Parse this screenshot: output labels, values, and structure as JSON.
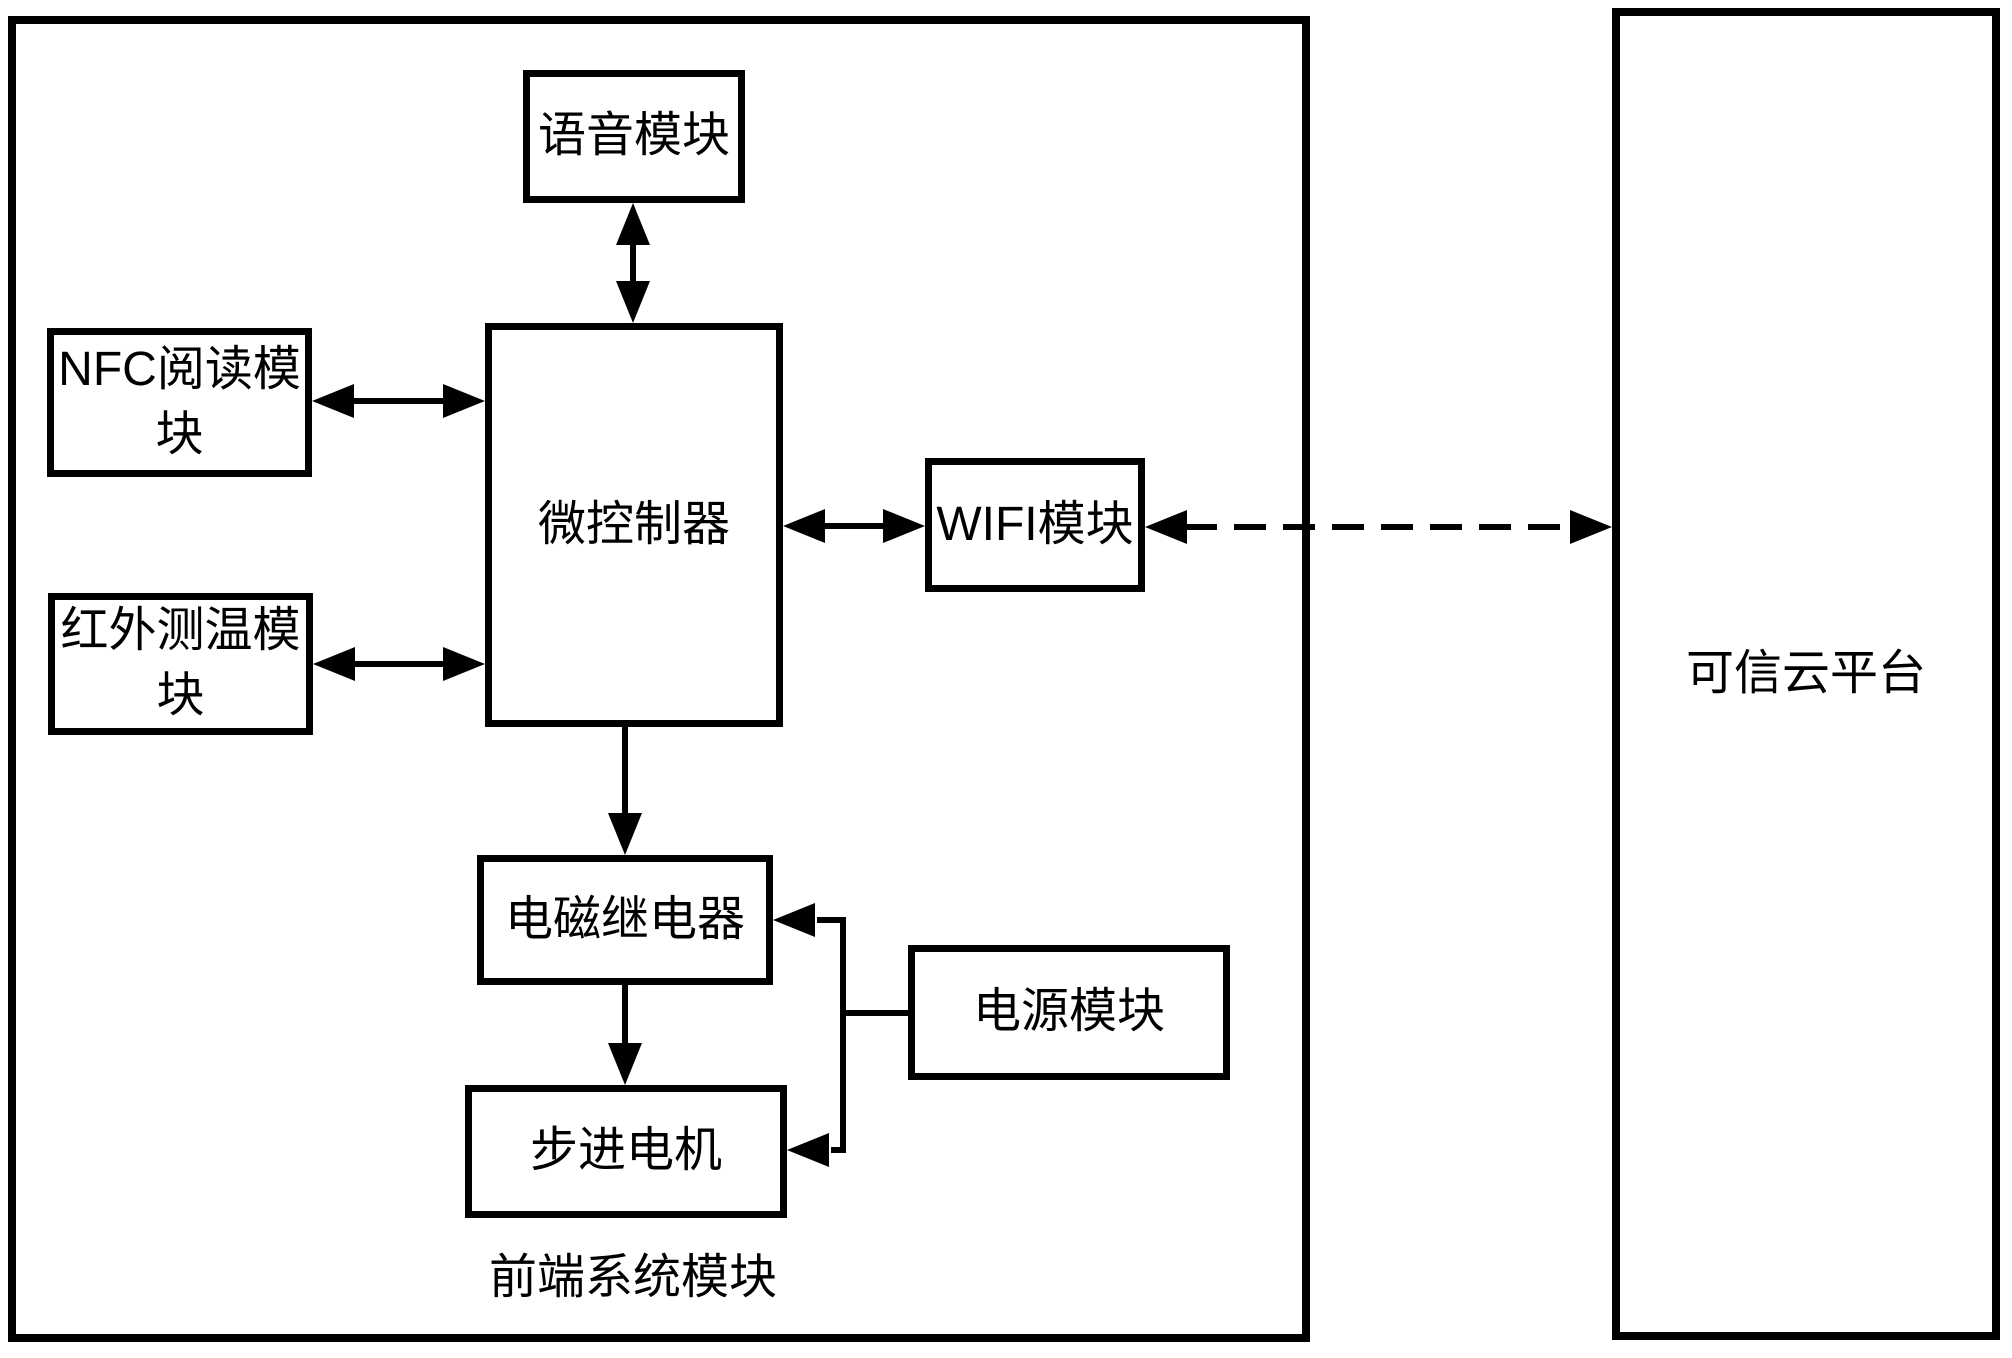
{
  "diagram": {
    "frontend_system_label": "前端系统模块",
    "cloud_platform_label": "可信云平台",
    "modules": {
      "voice": "语音模块",
      "nfc_reader": "NFC阅读模块",
      "infrared_temp": "红外测温模块",
      "mcu": "微控制器",
      "wifi": "WIFI模块",
      "relay": "电磁继电器",
      "stepper_motor": "步进电机",
      "power": "电源模块"
    },
    "connections": [
      {
        "from": "voice",
        "to": "mcu",
        "style": "solid",
        "arrows": "both"
      },
      {
        "from": "nfc_reader",
        "to": "mcu",
        "style": "solid",
        "arrows": "both"
      },
      {
        "from": "infrared_temp",
        "to": "mcu",
        "style": "solid",
        "arrows": "both"
      },
      {
        "from": "mcu",
        "to": "wifi",
        "style": "solid",
        "arrows": "both"
      },
      {
        "from": "wifi",
        "to": "cloud_platform",
        "style": "dashed",
        "arrows": "both"
      },
      {
        "from": "mcu",
        "to": "relay",
        "style": "solid",
        "arrows": "to"
      },
      {
        "from": "relay",
        "to": "stepper_motor",
        "style": "solid",
        "arrows": "to"
      },
      {
        "from": "power",
        "to": "relay",
        "style": "solid",
        "arrows": "to"
      },
      {
        "from": "power",
        "to": "stepper_motor",
        "style": "solid",
        "arrows": "to"
      }
    ],
    "colors": {
      "line": "#000000",
      "background": "#ffffff"
    }
  }
}
